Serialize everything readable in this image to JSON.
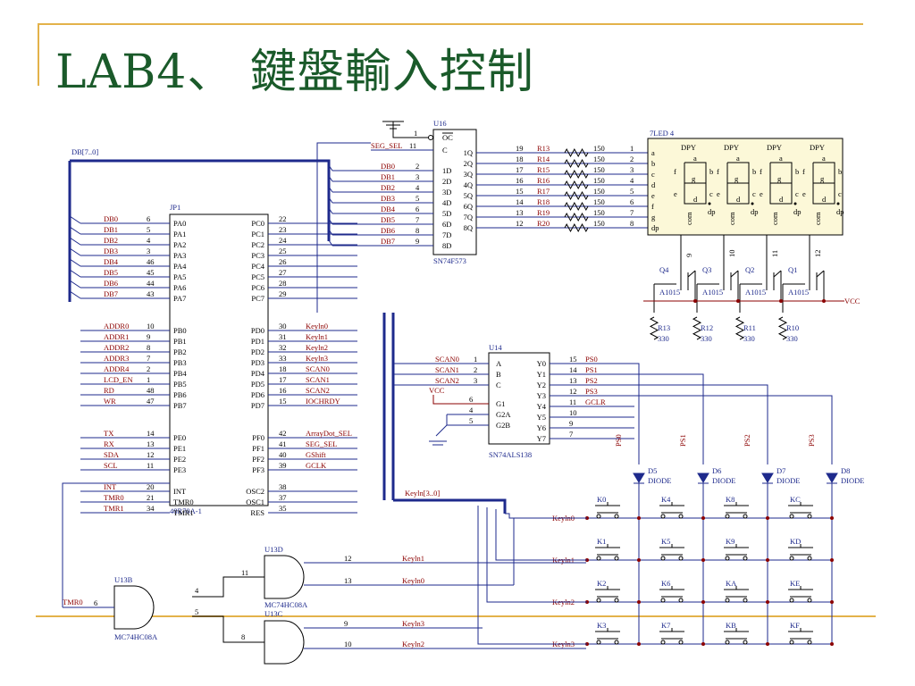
{
  "title": "LAB4、 鍵盤輸入控制",
  "bus_labels": {
    "db": "DB[7..0]",
    "keyin": "Keyln[3..0]"
  },
  "u16": {
    "ref": "U16",
    "part": "SN74F573",
    "oc": "OC",
    "c": "C",
    "seg_sel": "SEG_SEL",
    "inputs": [
      {
        "pin": "2",
        "net": "DB0",
        "name": "1D"
      },
      {
        "pin": "3",
        "net": "DB1",
        "name": "2D"
      },
      {
        "pin": "4",
        "net": "DB2",
        "name": "3D"
      },
      {
        "pin": "5",
        "net": "DB3",
        "name": "4D"
      },
      {
        "pin": "6",
        "net": "DB4",
        "name": "5D"
      },
      {
        "pin": "7",
        "net": "DB5",
        "name": "6D"
      },
      {
        "pin": "8",
        "net": "DB6",
        "name": "7D"
      },
      {
        "pin": "9",
        "net": "DB7",
        "name": "8D"
      }
    ],
    "outputs": [
      {
        "name": "1Q",
        "pin": "19",
        "res": "R13",
        "val": "150",
        "seg": "1"
      },
      {
        "name": "2Q",
        "pin": "18",
        "res": "R14",
        "val": "150",
        "seg": "2"
      },
      {
        "name": "3Q",
        "pin": "17",
        "res": "R15",
        "val": "150",
        "seg": "3"
      },
      {
        "name": "4Q",
        "pin": "16",
        "res": "R16",
        "val": "150",
        "seg": "4"
      },
      {
        "name": "5Q",
        "pin": "15",
        "res": "R17",
        "val": "150",
        "seg": "5"
      },
      {
        "name": "6Q",
        "pin": "14",
        "res": "R18",
        "val": "150",
        "seg": "6"
      },
      {
        "name": "7Q",
        "pin": "13",
        "res": "R19",
        "val": "150",
        "seg": "7"
      },
      {
        "name": "8Q",
        "pin": "12",
        "res": "R20",
        "val": "150",
        "seg": "8"
      }
    ],
    "pin_oc": "1",
    "pin_c": "11"
  },
  "led": {
    "ref": "7LED 4",
    "segments": [
      "a",
      "b",
      "c",
      "d",
      "e",
      "f",
      "g",
      "dp"
    ],
    "digit_label": "DPY",
    "com": "com",
    "com_pins": [
      "9",
      "10",
      "11",
      "12"
    ]
  },
  "transistors": [
    {
      "ref": "Q4",
      "part": "A1015",
      "res": "R13",
      "val": "330"
    },
    {
      "ref": "Q3",
      "part": "A1015",
      "res": "R12",
      "val": "330"
    },
    {
      "ref": "Q2",
      "part": "A1015",
      "res": "R11",
      "val": "330"
    },
    {
      "ref": "Q1",
      "part": "A1015",
      "res": "R10",
      "val": "330"
    }
  ],
  "vcc": "VCC",
  "jp1": {
    "ref": "JP1",
    "part": "48R70A-1",
    "left": [
      {
        "net": "DB0",
        "pin": "6",
        "name": "PA0"
      },
      {
        "net": "DB1",
        "pin": "5",
        "name": "PA1"
      },
      {
        "net": "DB2",
        "pin": "4",
        "name": "PA2"
      },
      {
        "net": "DB3",
        "pin": "3",
        "name": "PA3"
      },
      {
        "net": "DB4",
        "pin": "46",
        "name": "PA4"
      },
      {
        "net": "DB5",
        "pin": "45",
        "name": "PA5"
      },
      {
        "net": "DB6",
        "pin": "44",
        "name": "PA6"
      },
      {
        "net": "DB7",
        "pin": "43",
        "name": "PA7"
      },
      {
        "net": "ADDR0",
        "pin": "10",
        "name": "PB0"
      },
      {
        "net": "ADDR1",
        "pin": "9",
        "name": "PB1"
      },
      {
        "net": "ADDR2",
        "pin": "8",
        "name": "PB2"
      },
      {
        "net": "ADDR3",
        "pin": "7",
        "name": "PB3"
      },
      {
        "net": "ADDR4",
        "pin": "2",
        "name": "PB4"
      },
      {
        "net": "LCD_EN",
        "pin": "1",
        "name": "PB5"
      },
      {
        "net": "RD",
        "pin": "48",
        "name": "PB6"
      },
      {
        "net": "WR",
        "pin": "47",
        "name": "PB7"
      },
      {
        "net": "TX",
        "pin": "14",
        "name": "PE0"
      },
      {
        "net": "RX",
        "pin": "13",
        "name": "PE1"
      },
      {
        "net": "SDA",
        "pin": "12",
        "name": "PE2"
      },
      {
        "net": "SCL",
        "pin": "11",
        "name": "PE3"
      },
      {
        "net": "INT",
        "pin": "20",
        "name": "INT"
      },
      {
        "net": "TMR0",
        "pin": "21",
        "name": "TMR0"
      },
      {
        "net": "TMR1",
        "pin": "34",
        "name": "TMR1"
      }
    ],
    "right": [
      {
        "name": "PC0",
        "pin": "22",
        "net": ""
      },
      {
        "name": "PC1",
        "pin": "23",
        "net": ""
      },
      {
        "name": "PC2",
        "pin": "24",
        "net": ""
      },
      {
        "name": "PC3",
        "pin": "25",
        "net": ""
      },
      {
        "name": "PC4",
        "pin": "26",
        "net": ""
      },
      {
        "name": "PC5",
        "pin": "27",
        "net": ""
      },
      {
        "name": "PC6",
        "pin": "28",
        "net": ""
      },
      {
        "name": "PC7",
        "pin": "29",
        "net": ""
      },
      {
        "name": "PD0",
        "pin": "30",
        "net": "Keyln0"
      },
      {
        "name": "PD1",
        "pin": "31",
        "net": "Keyln1"
      },
      {
        "name": "PD2",
        "pin": "32",
        "net": "Keyln2"
      },
      {
        "name": "PD3",
        "pin": "33",
        "net": "Keyln3"
      },
      {
        "name": "PD4",
        "pin": "18",
        "net": "SCAN0"
      },
      {
        "name": "PD5",
        "pin": "17",
        "net": "SCAN1"
      },
      {
        "name": "PD6",
        "pin": "16",
        "net": "SCAN2"
      },
      {
        "name": "PD7",
        "pin": "15",
        "net": "IOCHRDY"
      },
      {
        "name": "PF0",
        "pin": "42",
        "net": "ArrayDot_SEL"
      },
      {
        "name": "PF1",
        "pin": "41",
        "net": "SEG_SEL"
      },
      {
        "name": "PF2",
        "pin": "40",
        "net": "GShift"
      },
      {
        "name": "PF3",
        "pin": "39",
        "net": "GCLK"
      },
      {
        "name": "OSC2",
        "pin": "38",
        "net": ""
      },
      {
        "name": "OSC1",
        "pin": "37",
        "net": ""
      },
      {
        "name": "RES",
        "pin": "35",
        "net": ""
      }
    ]
  },
  "u14": {
    "ref": "U14",
    "part": "SN74ALS138",
    "inputs": [
      {
        "net": "SCAN0",
        "pin": "1",
        "name": "A"
      },
      {
        "net": "SCAN1",
        "pin": "2",
        "name": "B"
      },
      {
        "net": "SCAN2",
        "pin": "3",
        "name": "C"
      }
    ],
    "enables": [
      {
        "pin": "6",
        "name": "G1"
      },
      {
        "pin": "4",
        "name": "G2A"
      },
      {
        "pin": "5",
        "name": "G2B"
      }
    ],
    "outputs": [
      {
        "name": "Y0",
        "pin": "15",
        "net": "PS0"
      },
      {
        "name": "Y1",
        "pin": "14",
        "net": "PS1"
      },
      {
        "name": "Y2",
        "pin": "13",
        "net": "PS2"
      },
      {
        "name": "Y3",
        "pin": "12",
        "net": "PS3"
      },
      {
        "name": "Y4",
        "pin": "11",
        "net": "GCLR"
      },
      {
        "name": "Y5",
        "pin": "10",
        "net": ""
      },
      {
        "name": "Y6",
        "pin": "9",
        "net": ""
      },
      {
        "name": "Y7",
        "pin": "7",
        "net": ""
      }
    ],
    "vcc": "VCC"
  },
  "diodes": [
    {
      "ref": "D5",
      "part": "DIODE",
      "net": "PS0"
    },
    {
      "ref": "D6",
      "part": "DIODE",
      "net": "PS1"
    },
    {
      "ref": "D7",
      "part": "DIODE",
      "net": "PS2"
    },
    {
      "ref": "D8",
      "part": "DIODE",
      "net": "PS3"
    }
  ],
  "keys": [
    [
      "K0",
      "K4",
      "K8",
      "KC"
    ],
    [
      "K1",
      "K5",
      "K9",
      "KD"
    ],
    [
      "K2",
      "K6",
      "KA",
      "KE"
    ],
    [
      "K3",
      "K7",
      "KB",
      "KF"
    ]
  ],
  "key_rows": [
    "Keyln0",
    "Keyln1",
    "Keyln2",
    "Keyln3"
  ],
  "gates": {
    "u13d": {
      "ref": "U13D",
      "part": "MC74HC08A",
      "in1": "12",
      "in2": "13",
      "out": "11",
      "net1": "Keyln1",
      "net2": "Keyln0"
    },
    "u13c": {
      "ref": "U13C",
      "part": "MC74HC08A",
      "in1": "9",
      "in2": "10",
      "out": "8",
      "net1": "Keyln3",
      "net2": "Keyln2"
    },
    "u13b": {
      "ref": "U13B",
      "part": "MC74HC08A",
      "in1": "4",
      "in2": "5",
      "out": "6",
      "net": "TMR0"
    }
  }
}
